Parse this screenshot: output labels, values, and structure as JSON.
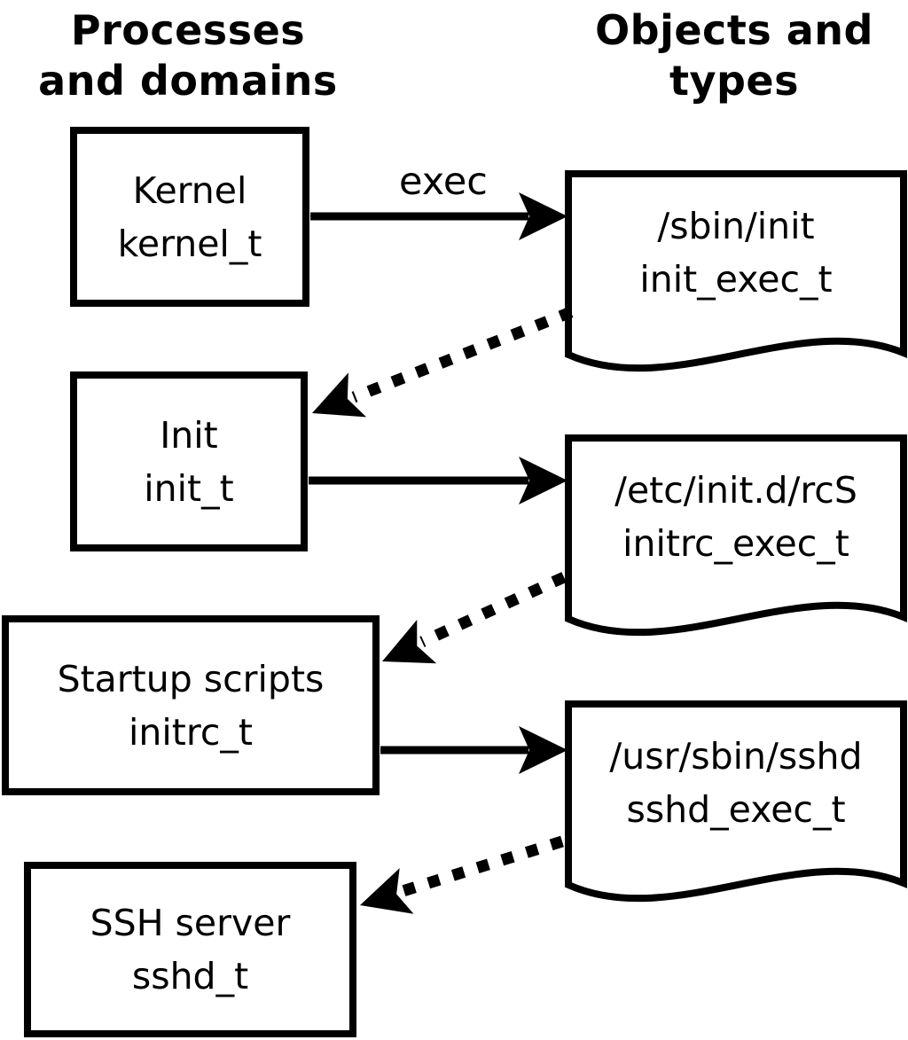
{
  "headings": {
    "left": "Processes\nand domains",
    "right": "Objects and\ntypes"
  },
  "processes": [
    {
      "name": "Kernel",
      "domain": "kernel_t"
    },
    {
      "name": "Init",
      "domain": "init_t"
    },
    {
      "name": "Startup scripts",
      "domain": "initrc_t"
    },
    {
      "name": "SSH server",
      "domain": "sshd_t"
    }
  ],
  "objects": [
    {
      "path": "/sbin/init",
      "type": "init_exec_t"
    },
    {
      "path": "/etc/init.d/rcS",
      "type": "initrc_exec_t"
    },
    {
      "path": "/usr/sbin/sshd",
      "type": "sshd_exec_t"
    }
  ],
  "labels": {
    "exec_arrow": "exec"
  },
  "colors": {
    "stroke": "#000000",
    "background": "#ffffff"
  }
}
